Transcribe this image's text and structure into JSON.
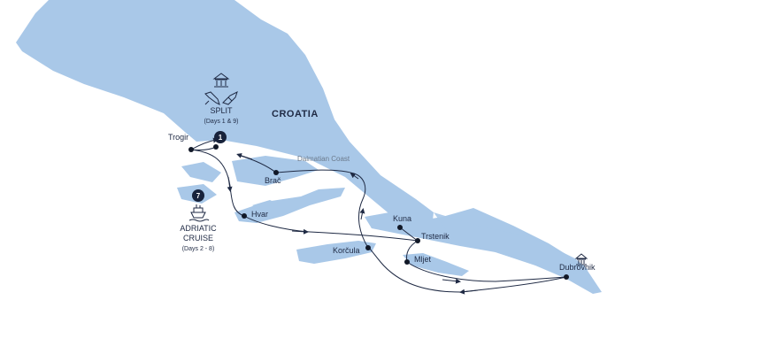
{
  "colors": {
    "land": "#a9c8e8",
    "route": "#1f2a44",
    "badge": "#17223b",
    "coast_label": "#6b7a8c"
  },
  "country": "CROATIA",
  "coast_label": "Dalmatian Coast",
  "places": {
    "trogir": "Trogir",
    "brac": "Brač",
    "hvar": "Hvar",
    "korcula": "Korčula",
    "kuna": "Kuna",
    "trstenik": "Trstenik",
    "mljet": "Mljet",
    "dubrovnik": "Dubrovnik"
  },
  "hubs": {
    "split": {
      "name": "SPLIT",
      "days": "(Days 1 & 9)",
      "badge": "1",
      "icons": [
        "landmark-icon",
        "airplane-icon"
      ]
    },
    "cruise": {
      "name_line1": "ADRIATIC",
      "name_line2": "CRUISE",
      "days": "(Days 2 - 8)",
      "badge": "7",
      "icons": [
        "ship-icon"
      ]
    },
    "dubrovnik_icon": "landmark-icon"
  }
}
